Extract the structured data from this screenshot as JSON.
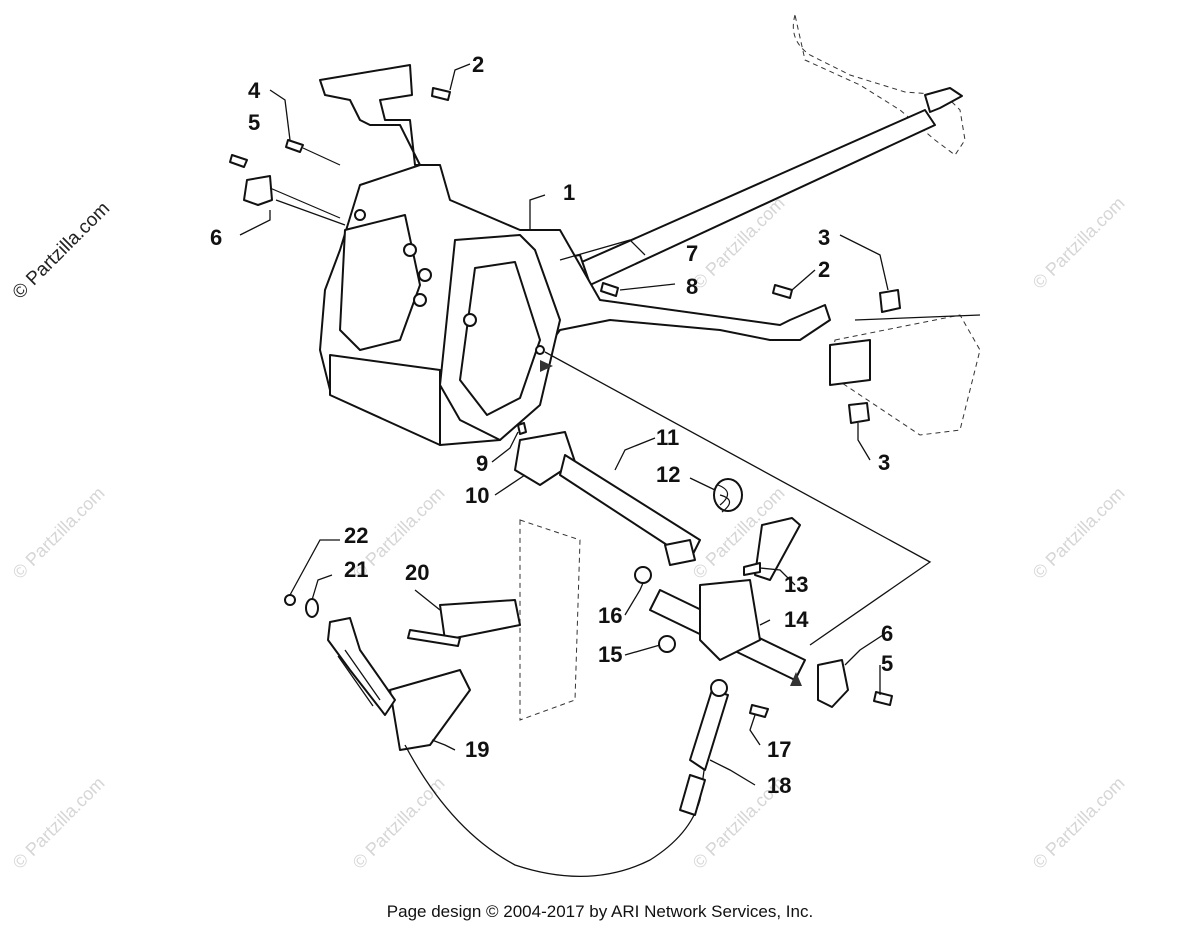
{
  "watermark": {
    "main": "© Partzilla.com",
    "repeat": "© Partzilla.com"
  },
  "footer": "Page design © 2004-2017 by ARI Network Services, Inc.",
  "callouts": [
    "1",
    "2",
    "2",
    "3",
    "3",
    "4",
    "5",
    "5",
    "6",
    "6",
    "7",
    "8",
    "9",
    "10",
    "11",
    "12",
    "13",
    "14",
    "15",
    "16",
    "17",
    "18",
    "19",
    "20",
    "21",
    "22"
  ]
}
